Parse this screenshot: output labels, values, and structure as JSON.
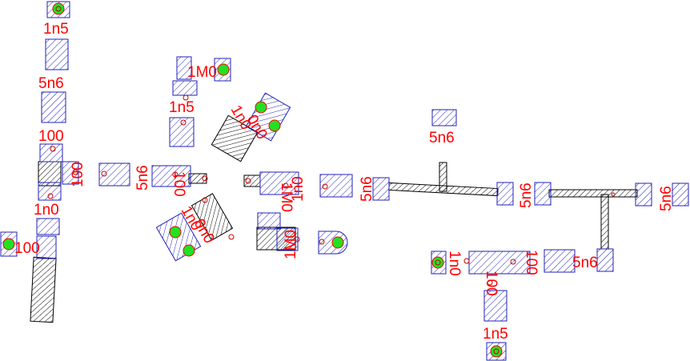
{
  "colors": {
    "background": "#ffffff",
    "label": "#ff0000",
    "component_hatch": "#2222bb",
    "track_hatch": "#000000",
    "pad_fill": "#22e022",
    "pad_outline": "#ff0000",
    "via_outline": "#cc0000"
  },
  "labels": {
    "l01": "1n5",
    "l02": "5n6",
    "l03": "100",
    "l04": "1M0",
    "l05": "1n5",
    "l06": "100",
    "l07": "1n0",
    "l08": "0n0",
    "l09": "100",
    "l10": "5n6",
    "l11": "1n0",
    "l12": "100",
    "l13": "1n0",
    "l14": "0n0",
    "l15": "1M0",
    "l16": "1n0",
    "l17": "5n6",
    "l18": "5n6",
    "l19": "1M0",
    "l20": "5n6",
    "l21": "5n6",
    "l22": "5n6",
    "l23": "1n0",
    "l24": "100",
    "l25": "100",
    "l26": "5n6",
    "l27": "1n5"
  }
}
